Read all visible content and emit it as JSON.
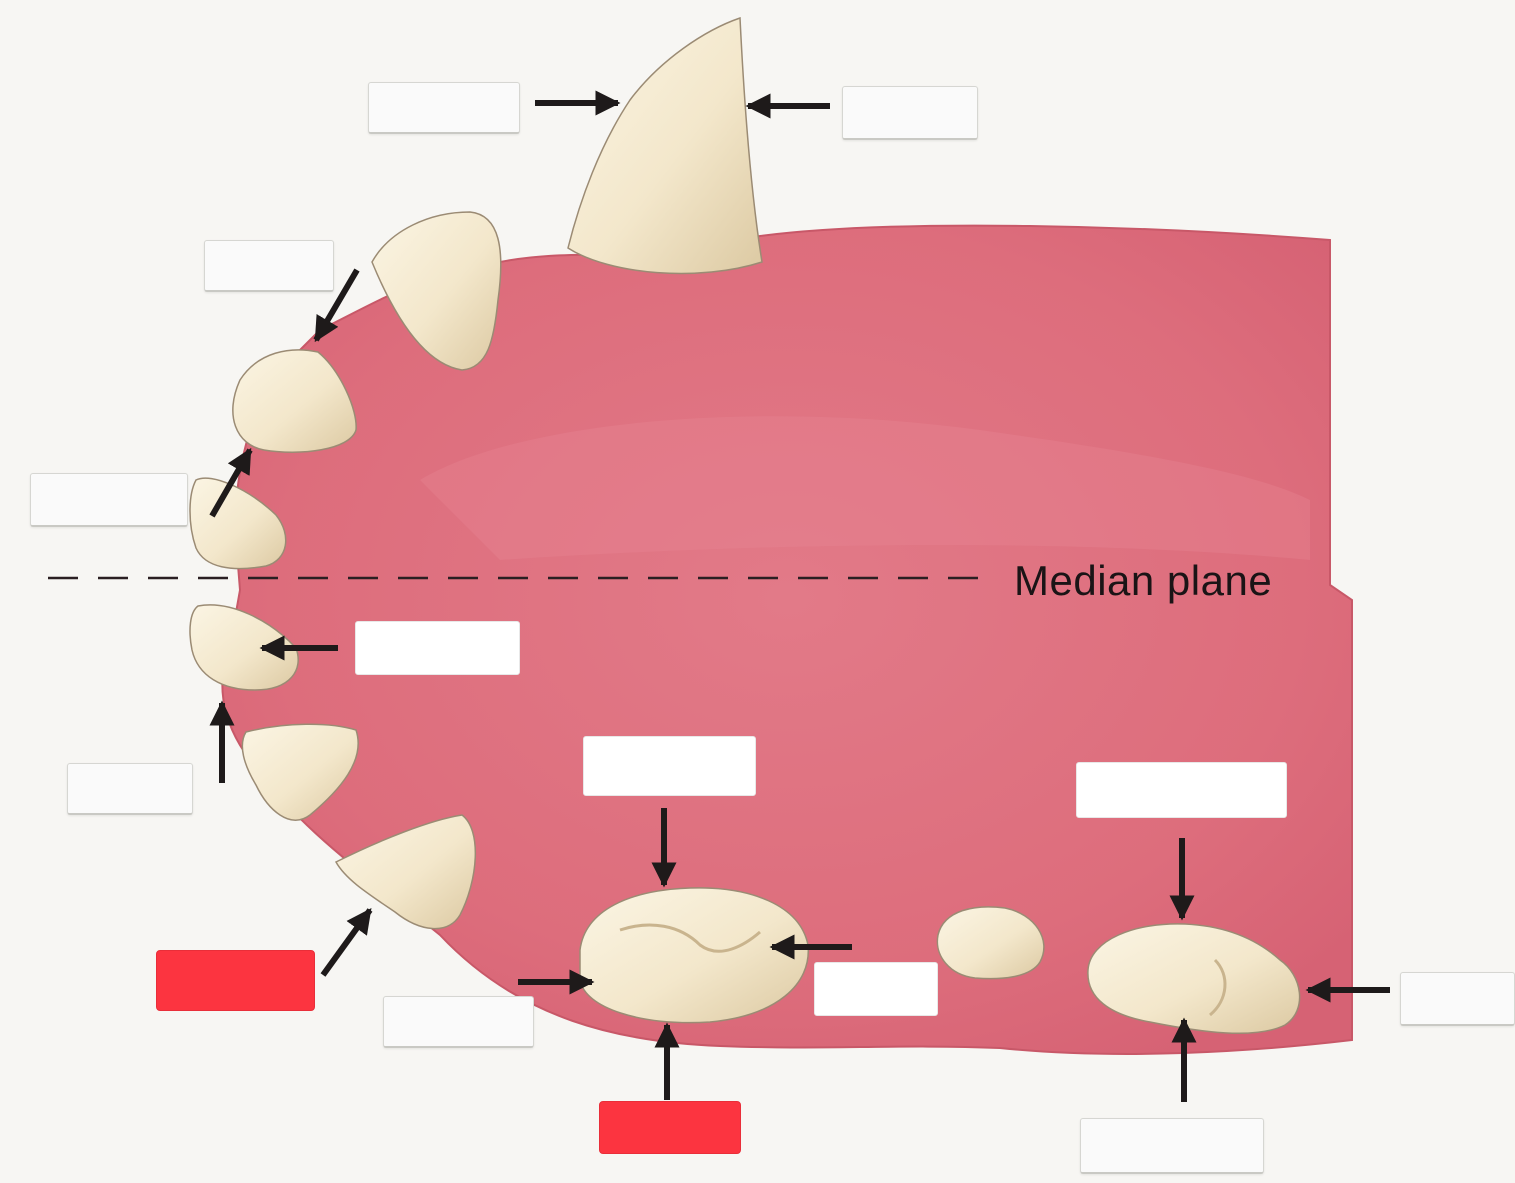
{
  "labels": {
    "median_plane": "Median plane"
  },
  "colors": {
    "gum": "#de6e7c",
    "gum_dark": "#c65565",
    "tooth": "#f4ead2",
    "tooth_shade": "#dccaa6",
    "arrow": "#1e1a1a",
    "answer_box_red": "#fc3440",
    "answer_box_white": "#ffffff"
  },
  "answer_boxes": [
    {
      "id": "canine-left",
      "state": "empty"
    },
    {
      "id": "canine-right",
      "state": "empty"
    },
    {
      "id": "incisor-upper-3",
      "state": "empty"
    },
    {
      "id": "incisor-upper-1",
      "state": "empty"
    },
    {
      "id": "incisor-lower-1",
      "state": "white"
    },
    {
      "id": "incisor-lower-2",
      "state": "empty"
    },
    {
      "id": "incisor-lower-3",
      "state": "red"
    },
    {
      "id": "premolar-mesial",
      "state": "empty"
    },
    {
      "id": "premolar-occlusal",
      "state": "white"
    },
    {
      "id": "premolar-lingual",
      "state": "red"
    },
    {
      "id": "premolar-distal",
      "state": "white"
    },
    {
      "id": "molar-occlusal",
      "state": "white"
    },
    {
      "id": "molar-distal",
      "state": "empty"
    },
    {
      "id": "molar-buccal",
      "state": "empty"
    }
  ]
}
